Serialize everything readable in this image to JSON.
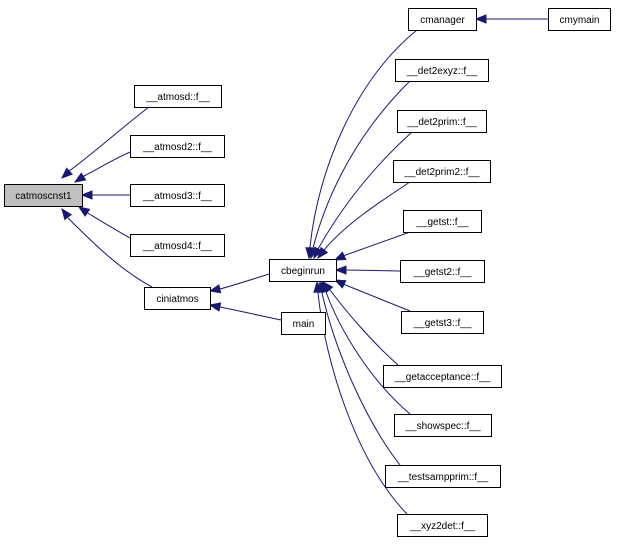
{
  "diagram": {
    "nodes": [
      {
        "id": "catmoscnst1",
        "label": "catmoscnst1",
        "root": true
      },
      {
        "id": "atmosd",
        "label": "__atmosd::f__"
      },
      {
        "id": "atmosd2",
        "label": "__atmosd2::f__"
      },
      {
        "id": "atmosd3",
        "label": "__atmosd3::f__"
      },
      {
        "id": "atmosd4",
        "label": "__atmosd4::f__"
      },
      {
        "id": "ciniatmos",
        "label": "ciniatmos"
      },
      {
        "id": "cbeginrun",
        "label": "cbeginrun"
      },
      {
        "id": "main",
        "label": "main"
      },
      {
        "id": "cmanager",
        "label": "cmanager"
      },
      {
        "id": "cmymain",
        "label": "cmymain"
      },
      {
        "id": "det2exyz",
        "label": "__det2exyz::f__"
      },
      {
        "id": "det2prim",
        "label": "__det2prim::f__"
      },
      {
        "id": "det2prim2",
        "label": "__det2prim2::f__"
      },
      {
        "id": "getst",
        "label": "__getst::f__"
      },
      {
        "id": "getst2",
        "label": "__getst2::f__"
      },
      {
        "id": "getst3",
        "label": "__getst3::f__"
      },
      {
        "id": "getacceptance",
        "label": "__getacceptance::f__"
      },
      {
        "id": "showspec",
        "label": "__showspec::f__"
      },
      {
        "id": "testsampprim",
        "label": "__testsampprim::f__"
      },
      {
        "id": "xyz2det",
        "label": "__xyz2det::f__"
      }
    ],
    "edges": [
      {
        "from": "atmosd",
        "to": "catmoscnst1"
      },
      {
        "from": "atmosd2",
        "to": "catmoscnst1"
      },
      {
        "from": "atmosd3",
        "to": "catmoscnst1"
      },
      {
        "from": "atmosd4",
        "to": "catmoscnst1"
      },
      {
        "from": "ciniatmos",
        "to": "catmoscnst1"
      },
      {
        "from": "cbeginrun",
        "to": "ciniatmos"
      },
      {
        "from": "main",
        "to": "ciniatmos"
      },
      {
        "from": "cmymain",
        "to": "cmanager"
      },
      {
        "from": "cmanager",
        "to": "cbeginrun"
      },
      {
        "from": "det2exyz",
        "to": "cbeginrun"
      },
      {
        "from": "det2prim",
        "to": "cbeginrun"
      },
      {
        "from": "det2prim2",
        "to": "cbeginrun"
      },
      {
        "from": "getst",
        "to": "cbeginrun"
      },
      {
        "from": "getst2",
        "to": "cbeginrun"
      },
      {
        "from": "getst3",
        "to": "cbeginrun"
      },
      {
        "from": "getacceptance",
        "to": "cbeginrun"
      },
      {
        "from": "showspec",
        "to": "cbeginrun"
      },
      {
        "from": "testsampprim",
        "to": "cbeginrun"
      },
      {
        "from": "xyz2det",
        "to": "cbeginrun"
      }
    ],
    "colors": {
      "edge": "#191970",
      "root_fill": "#bfbfbf",
      "node_fill": "#ffffff",
      "border": "#000000"
    }
  }
}
